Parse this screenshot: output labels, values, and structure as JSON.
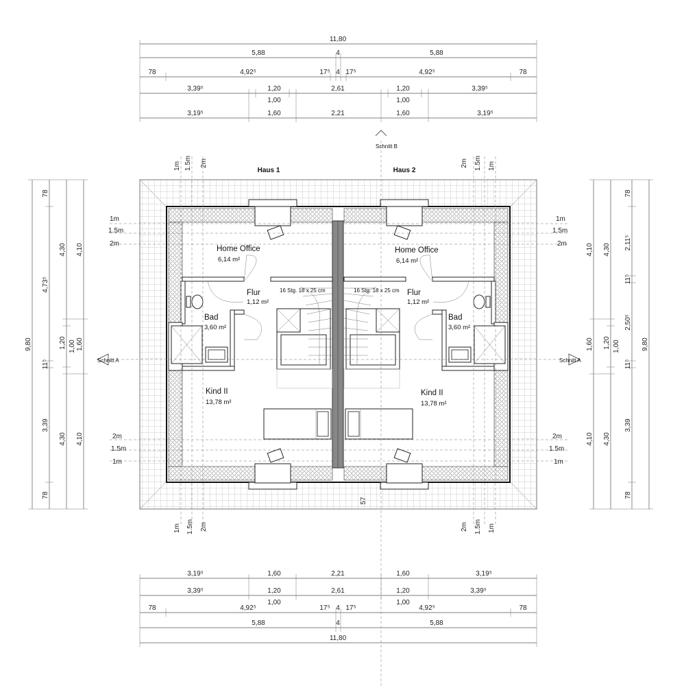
{
  "houses": {
    "left": "Haus 1",
    "right": "Haus 2"
  },
  "sections": {
    "a_left": "Schnitt A",
    "a_right": "Schnitt A",
    "b": "Schnitt B"
  },
  "rooms": {
    "office_l": {
      "name": "Home Office",
      "area": "6,14 m²"
    },
    "office_r": {
      "name": "Home Office",
      "area": "6,14 m²"
    },
    "flur_l": {
      "name": "Flur",
      "area": "1,12 m²"
    },
    "flur_r": {
      "name": "Flur",
      "area": "1,12 m²"
    },
    "bad_l": {
      "name": "Bad",
      "area": "3,60 m²"
    },
    "bad_r": {
      "name": "Bad",
      "area": "3,60 m²"
    },
    "kind_l": {
      "name": "Kind II",
      "area": "13,78 m²"
    },
    "kind_r": {
      "name": "Kind II",
      "area": "13,78 m²"
    }
  },
  "stairs": {
    "left": "16 Stg. 18 x 25 cm",
    "right": "16 Stg. 18 x 25 cm"
  },
  "height_marks": {
    "h1": "1m",
    "h15": "1.5m",
    "h2": "2m"
  },
  "dims_top": {
    "total": "11,80",
    "halves": [
      "5,88",
      "4",
      "5,88"
    ],
    "row3": [
      "78",
      "4,92⁵",
      "17⁵",
      "4",
      "17⁵",
      "4,92⁵",
      "78"
    ],
    "row4": [
      "3,39⁵",
      "1,20",
      "2,61",
      "1,20",
      "3,39⁵"
    ],
    "row4_sub": [
      "1,00",
      "1,00"
    ],
    "row5": [
      "3,19⁵",
      "1,60",
      "2,21",
      "1,60",
      "3,19⁵"
    ]
  },
  "dims_bottom": {
    "row1": [
      "3,19⁵",
      "1,60",
      "2,21",
      "1,60",
      "3,19⁵"
    ],
    "row2": [
      "3,39⁵",
      "1,20",
      "2,61",
      "1,20",
      "3,39⁵"
    ],
    "row2_sub": [
      "1,00",
      "1,00"
    ],
    "row3": [
      "78",
      "4,92⁵",
      "17⁵",
      "4",
      "17⁵",
      "4,92⁵",
      "78"
    ],
    "halves": [
      "5,88",
      "4",
      "5,88"
    ],
    "total": "11,80"
  },
  "dims_left": {
    "total": "9,80",
    "c1": [
      "78",
      "4,73⁵",
      "11⁵",
      "3,39",
      "78"
    ],
    "c2": [
      "4,30",
      "1,20",
      "4,30"
    ],
    "c2_sub": "1,00",
    "c3": [
      "4,10",
      "1,60",
      "4,10"
    ]
  },
  "dims_right": {
    "total": "9,80",
    "c1": [
      "78",
      "2,11⁵",
      "11⁵",
      "2,50⁵",
      "11⁵",
      "3,39",
      "78"
    ],
    "c2": [
      "4,30",
      "1,20",
      "4,30"
    ],
    "c2_sub": "1,00",
    "c3": [
      "4,10",
      "1,60",
      "4,10"
    ]
  },
  "dim_57": "57"
}
